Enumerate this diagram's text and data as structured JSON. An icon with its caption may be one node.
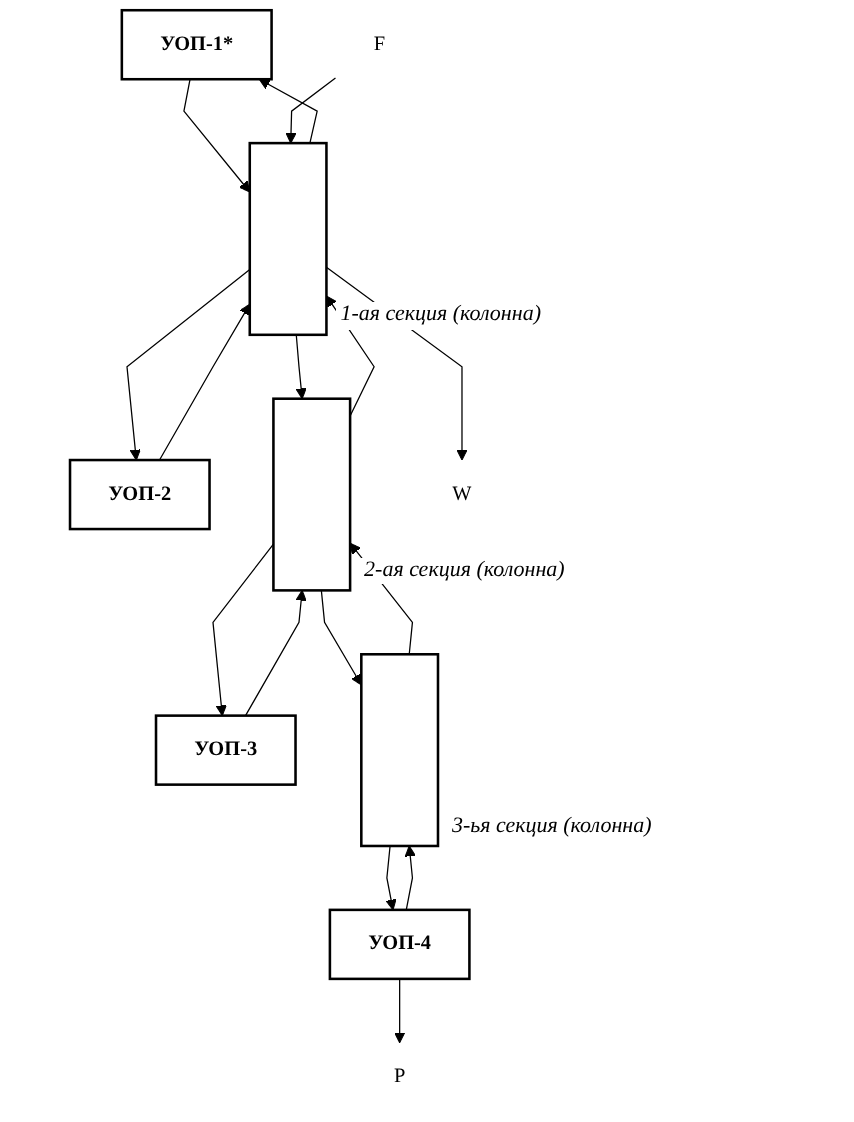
{
  "diagram": {
    "nodes": [
      {
        "text": [
          "УОП-1*"
        ]
      },
      {
        "text": [],
        "shape": "box",
        "beside": [
          "1-ая секция (колонна)"
        ]
      },
      {
        "text": [
          "УОП-2"
        ]
      },
      {
        "text": [],
        "shape": "box",
        "beside": [
          "2-ая секция (колонна)"
        ]
      },
      {
        "text": [
          "УОП-3"
        ]
      },
      {
        "text": [],
        "shape": "box",
        "beside": [
          "3-ья секция (колонна)"
        ]
      },
      {
        "text": [
          "УОП-4"
        ]
      },
      {
        "text": [
          "F"
        ]
      },
      {
        "text": [
          "W"
        ]
      },
      {
        "text": [
          "P"
        ]
      }
    ],
    "edges": [
      {
        "from": 0,
        "to": 1,
        "arrow": "to"
      },
      {
        "from": 1,
        "to": 0,
        "arrow": "to"
      },
      {
        "from": 1,
        "to": 8,
        "arrow": "to"
      },
      {
        "from": 7,
        "to": 1,
        "arrow": "to"
      },
      {
        "from": 1,
        "to": 3,
        "arrow": "to"
      },
      {
        "from": 1,
        "to": 2,
        "arrow": "to"
      },
      {
        "from": 3,
        "to": 1,
        "arrow": "to"
      },
      {
        "from": 2,
        "to": 1,
        "arrow": "to"
      },
      {
        "from": 3,
        "to": 5,
        "arrow": "to"
      },
      {
        "from": 3,
        "to": 4,
        "arrow": "to"
      },
      {
        "from": 5,
        "to": 3,
        "arrow": "to"
      },
      {
        "from": 4,
        "to": 3,
        "arrow": "to"
      },
      {
        "from": 5,
        "to": 6,
        "arrow": "to"
      },
      {
        "from": 6,
        "to": 5,
        "arrow": "to"
      },
      {
        "from": 6,
        "to": 9,
        "arrow": "to"
      }
    ]
  }
}
